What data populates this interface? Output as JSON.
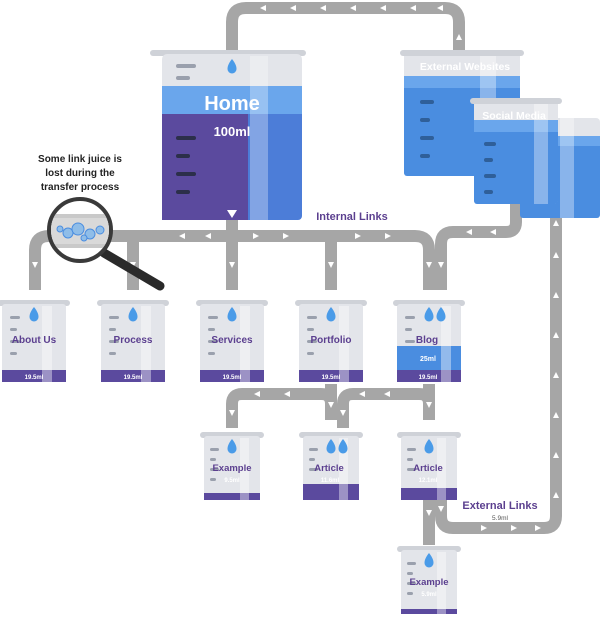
{
  "colors": {
    "pipe": "#a6a6a6",
    "arrow": "#ffffff",
    "glass": "#e3e5ea",
    "glass_edge": "#cfd2d8",
    "liquid_blue": "#4a8de0",
    "liquid_purple": "#5b4a9e",
    "drop": "#4a9be8",
    "label": "#5b3f8f"
  },
  "icons": [
    "water-drop-icon",
    "arrow-icon",
    "magnifier-icon"
  ],
  "home": {
    "label": "Home",
    "volume": "100ml"
  },
  "external_sources": [
    {
      "label": "External Websites"
    },
    {
      "label": "Social Media"
    }
  ],
  "annotation": {
    "lines": [
      "Some link juice is",
      "lost during the",
      "transfer process"
    ]
  },
  "internal_links_label": "Internal Links",
  "external_links": {
    "label": "External Links",
    "volume": "5.9ml"
  },
  "pages": [
    {
      "label": "About Us",
      "volume": "19.5ml"
    },
    {
      "label": "Process",
      "volume": "19.5ml"
    },
    {
      "label": "Services",
      "volume": "19.5ml"
    },
    {
      "label": "Portfolio",
      "volume": "19.5ml"
    },
    {
      "label": "Blog",
      "volume": "19.5ml",
      "inner_volume": "25ml"
    }
  ],
  "subpages": [
    {
      "label": "Example",
      "volume": "9.5ml"
    },
    {
      "label": "Article",
      "volume": "11.6ml"
    },
    {
      "label": "Article",
      "volume": "12.1ml"
    },
    {
      "label": "Example",
      "volume": "5.9ml"
    }
  ]
}
